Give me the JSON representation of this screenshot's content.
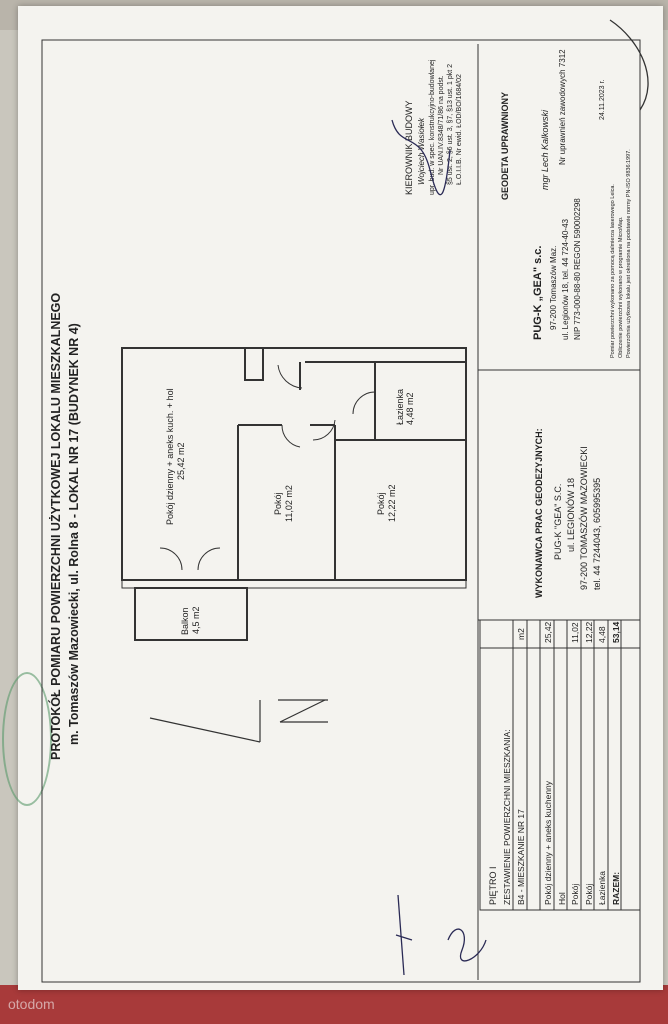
{
  "document": {
    "title_line1": "PROTOKÓŁ POMIARU POWIERZCHNI UŻYTKOWEJ LOKALU MIESZKALNEGO",
    "title_line2": "m. Tomaszów Mazowiecki, ul. Rolna 8 - LOKAL NR 17 (BUDYNEK NR 4)"
  },
  "floorplan": {
    "rooms": [
      {
        "label": "Pokój dzienny + aneks kuch. + hol",
        "area": "25,42  m2"
      },
      {
        "label": "Pokój",
        "area": "11,02 m2"
      },
      {
        "label": "Pokój",
        "area": "12,22 m2"
      },
      {
        "label": "Łazienka",
        "area": "4,48 m2"
      },
      {
        "label": "Balkon",
        "area": "4,5 m2"
      }
    ]
  },
  "summary": {
    "floor": "PIĘTRO I",
    "heading": "ZESTAWIENIE POWIERZCHNI MIESZKANIA:",
    "unit": "B4 - MIESZKANIE NR 17",
    "unit_col": "m2",
    "rows": [
      {
        "name": "Pokój dzienny + aneks kuchenny",
        "value": "25,42"
      },
      {
        "name": "Hol",
        "value": ""
      },
      {
        "name": "Pokój",
        "value": "11,02"
      },
      {
        "name": "Pokój",
        "value": "12,22"
      },
      {
        "name": "Łazienka",
        "value": "4,48"
      },
      {
        "name": "RAZEM:",
        "value": "53,14"
      }
    ]
  },
  "contractor": {
    "heading": "WYKONAWCA PRAC GEODEZYJNYCH:",
    "lines": [
      "PUG-K \"GEA\" S.C.",
      "ul. LEGIONÓW 18",
      "97-200 TOMASZÓW MAZOWIECKI",
      "tel. 44 7244043, 605995395"
    ]
  },
  "company_stamp": {
    "name": "PUG-K „GEA\" s.c.",
    "lines": [
      "97-200 Tomaszów Maz.",
      "ul. Legionów 18, tel. 44 724-40-43",
      "NIP 773-000-88-80 REGON 590002298"
    ]
  },
  "surveyor": {
    "heading": "GEODETA UPRAWNIONY",
    "signature": "mgr Lech Kalkowski",
    "license": "Nr uprawnień zawodowych 7312",
    "date": "24.11.2023 r."
  },
  "site_manager": {
    "heading": "KIEROWNIK BUDOWY",
    "signature": "Wojciech Wasiołek",
    "lines": [
      "upr. bud. w spec. konstrukcyjno-budowlanej",
      "Nr UAN.IV.8348/71/86 na podst.",
      "§5 ust. 2, §6 ust. 3, §7, §13 ust. 1 pkt 2",
      "Ł.O.I.I.B. Nr ewid. ŁOD/BO/1684/02"
    ]
  },
  "notes": [
    "Pomiar powierzchni wykonano za pomocą dalmierza laserowego Leica.",
    "Obliczenie powierzchni wykonano w programie MicroMap.",
    "Powierzchnia użytkowa lokalu jest określona na podstawie normy PN-ISO 9836:1997."
  ],
  "colors": {
    "paper": "#f4f3ef",
    "ink": "#222222",
    "stamp_green": "#5a9a6a",
    "desk_red": "#a83a3a"
  },
  "desk_watermark": "otodom"
}
